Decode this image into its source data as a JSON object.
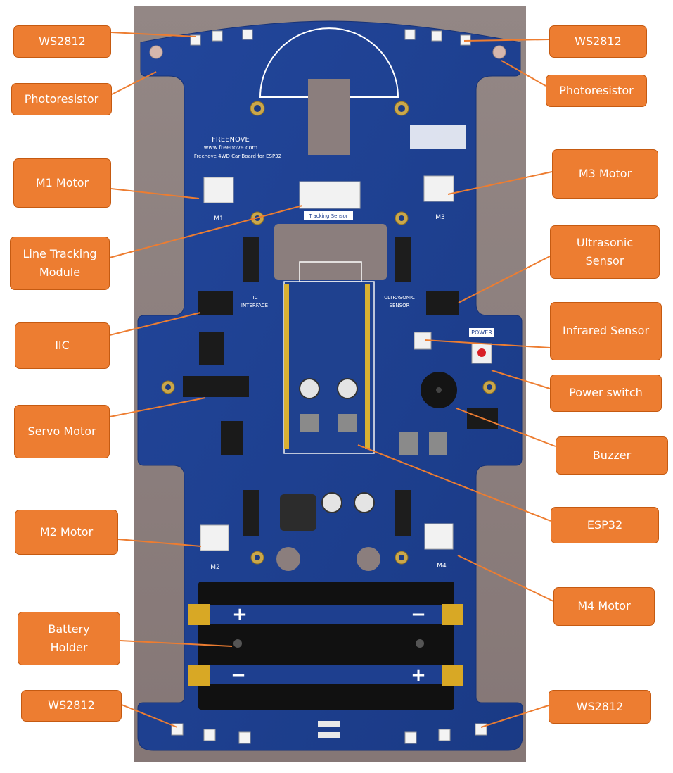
{
  "board": {
    "brand": "FREENOVE",
    "website": "www.freenove.com",
    "board_name": "Freenove 4WD Car Board for ESP32",
    "silk": {
      "m1": "M1",
      "m2": "M2",
      "m3": "M3",
      "m4": "M4",
      "tracking": "Tracking Sensor",
      "iic_line1": "IIC",
      "iic_line2": "INTERFACE",
      "ultra_line1": "ULTRASONIC",
      "ultra_line2": "SENSOR",
      "power": "POWER",
      "plus": "+",
      "minus": "−"
    }
  },
  "callouts": [
    {
      "id": "ws2812-top-left",
      "text": "WS2812"
    },
    {
      "id": "ws2812-top-right",
      "text": "WS2812"
    },
    {
      "id": "photoresistor-left",
      "text": "Photoresistor"
    },
    {
      "id": "photoresistor-right",
      "text": "Photoresistor"
    },
    {
      "id": "m1-motor",
      "text": "M1 Motor"
    },
    {
      "id": "m3-motor",
      "text": "M3 Motor"
    },
    {
      "id": "line-tracking-module",
      "text": "Line Tracking\nModule"
    },
    {
      "id": "ultrasonic-sensor",
      "text": "Ultrasonic\nSensor"
    },
    {
      "id": "iic",
      "text": "IIC"
    },
    {
      "id": "infrared-sensor",
      "text": "Infrared Sensor"
    },
    {
      "id": "power-switch",
      "text": "Power switch"
    },
    {
      "id": "servo-motor",
      "text": "Servo Motor"
    },
    {
      "id": "buzzer",
      "text": "Buzzer"
    },
    {
      "id": "m2-motor",
      "text": "M2 Motor"
    },
    {
      "id": "esp32",
      "text": "ESP32"
    },
    {
      "id": "m4-motor",
      "text": "M4 Motor"
    },
    {
      "id": "battery-holder",
      "text": "Battery\nHolder"
    },
    {
      "id": "ws2812-bottom-left",
      "text": "WS2812"
    },
    {
      "id": "ws2812-bottom-right",
      "text": "WS2812"
    }
  ],
  "colors": {
    "callout_fill": "#ed7d31",
    "pcb_blue": "#1e3f8f",
    "backdrop": "#8f8180"
  }
}
